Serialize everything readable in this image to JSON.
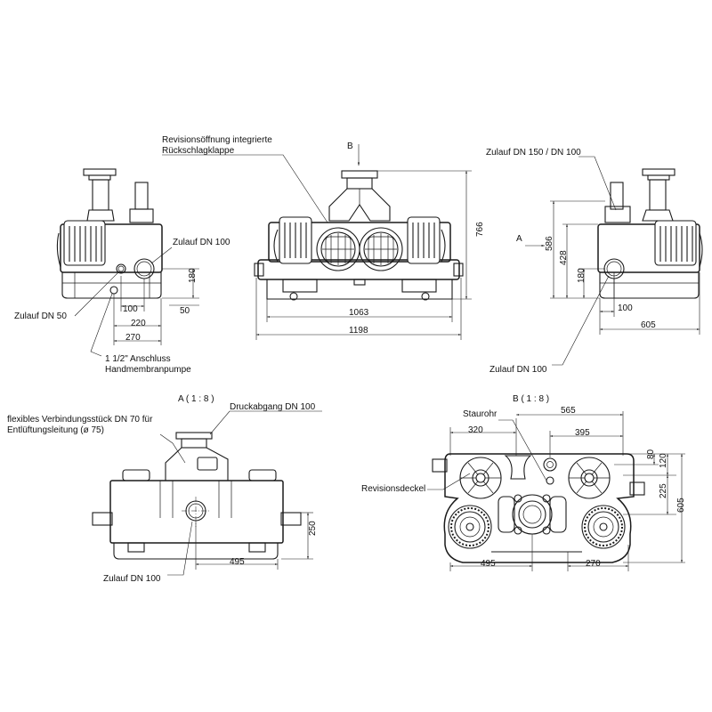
{
  "labels": {
    "revision_check": "Revisionsöffnung integrierte",
    "revision_check_2": "Rückschlagklappe",
    "b_marker": "B",
    "a_marker": "A",
    "zulauf_dn100_top": "Zulauf DN 100",
    "zulauf_dn50": "Zulauf DN 50",
    "anschluss_1": "1 1/2\" Anschluss",
    "anschluss_2": "Handmembranpumpe",
    "zulauf_150_100": "Zulauf DN 150 / DN 100",
    "zulauf_dn100_right": "Zulauf DN 100",
    "view_a": "A ( 1 : 8 )",
    "view_b": "B ( 1 : 8 )",
    "druckabgang": "Druckabgang DN 100",
    "flex_1": "flexibles Verbindungsstück DN 70 für",
    "flex_2": "Entlüftungsleitung (ø 75)",
    "zulauf_dn100_bottom": "Zulauf DN 100",
    "staurohr": "Staurohr",
    "revisionsdeckel": "Revisionsdeckel"
  },
  "dimensions": {
    "left_180": "180",
    "left_50": "50",
    "left_100": "100",
    "left_220": "220",
    "left_270": "270",
    "front_1063": "1063",
    "front_1198": "1198",
    "front_766": "766",
    "right_586": "586",
    "right_428": "428",
    "right_180": "180",
    "right_100": "100",
    "right_605": "605",
    "a_250": "250",
    "a_495": "495",
    "b_565": "565",
    "b_320": "320",
    "b_395": "395",
    "b_80": "80",
    "b_120": "120",
    "b_225": "225",
    "b_605": "605",
    "b_495": "495",
    "b_270": "270"
  }
}
